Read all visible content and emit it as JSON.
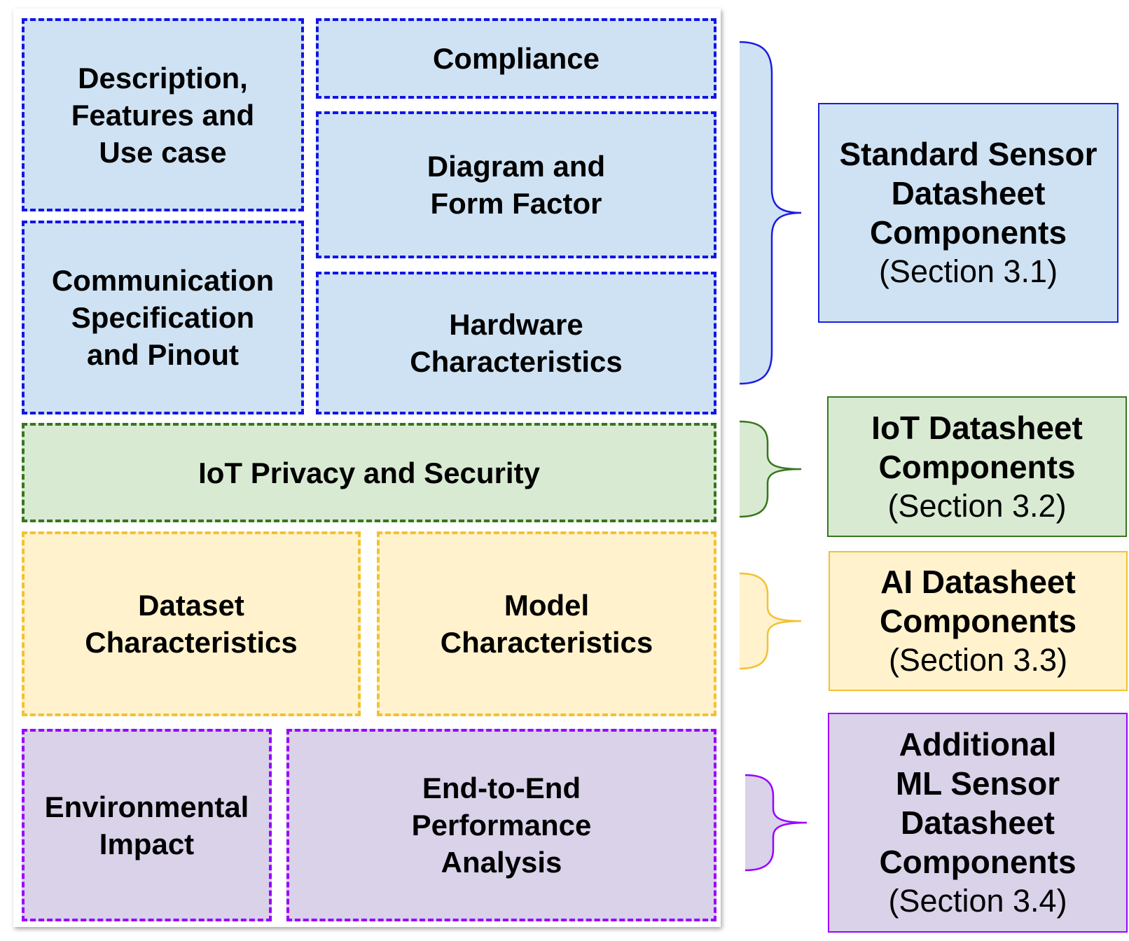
{
  "components": {
    "description": "Description,\nFeatures and\nUse case",
    "compliance": "Compliance",
    "diagram": "Diagram and\nForm Factor",
    "communication": "Communication\nSpecification\nand Pinout",
    "hardware": "Hardware\nCharacteristics",
    "iot_privacy": "IoT Privacy and Security",
    "dataset": "Dataset\nCharacteristics",
    "model": "Model\nCharacteristics",
    "environmental": "Environmental\nImpact",
    "end_to_end": "End-to-End\nPerformance\nAnalysis"
  },
  "groups": [
    {
      "title": "Standard Sensor\nDatasheet\nComponents",
      "section": "(Section 3.1)",
      "color": "#cfe2f3",
      "border": "#1c1ce0"
    },
    {
      "title": "IoT Datasheet\nComponents",
      "section": "(Section 3.2)",
      "color": "#d9ead3",
      "border": "#38761d"
    },
    {
      "title": "AI Datasheet\nComponents",
      "section": "(Section 3.3)",
      "color": "#fff2cc",
      "border": "#f1c232"
    },
    {
      "title": "Additional\nML Sensor\nDatasheet\nComponents",
      "section": "(Section 3.4)",
      "color": "#d9d2e9",
      "border": "#9900ff"
    }
  ]
}
